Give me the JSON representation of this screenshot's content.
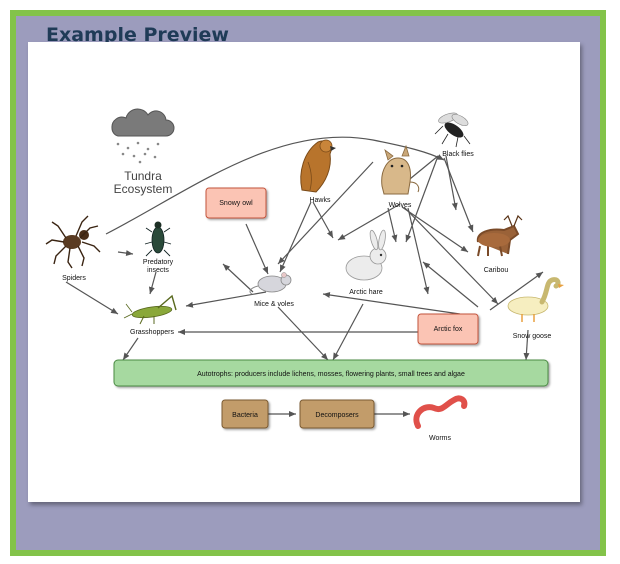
{
  "header": {
    "title": "Example Preview"
  },
  "diagram": {
    "title_line1": "Tundra",
    "title_line2": "Ecosystem",
    "nodes": {
      "black_flies": "Black flies",
      "hawks": "Hawks",
      "wolves": "Wolves",
      "snowy_owl": "Snowy owl",
      "spiders": "Spiders",
      "predatory_insects_1": "Predatory",
      "predatory_insects_2": "insects",
      "caribou": "Caribou",
      "mice_voles": "Mice & voles",
      "arctic_hare": "Arctic hare",
      "grasshoppers": "Grasshoppers",
      "arctic_fox": "Arctic fox",
      "snow_goose": "Snow goose",
      "autotrophs": "Autotrophs: producers include lichens, mosses, flowering plants, small trees and algae",
      "bacteria": "Bacteria",
      "decomposers": "Decomposers",
      "worms": "Worms"
    },
    "colors": {
      "frame_border": "#83c34a",
      "frame_bg": "#9c9cbd",
      "predator_box": "#fbc4b4",
      "producer_box": "#a6d9a0",
      "decomposer_box": "#c29c6a"
    }
  }
}
